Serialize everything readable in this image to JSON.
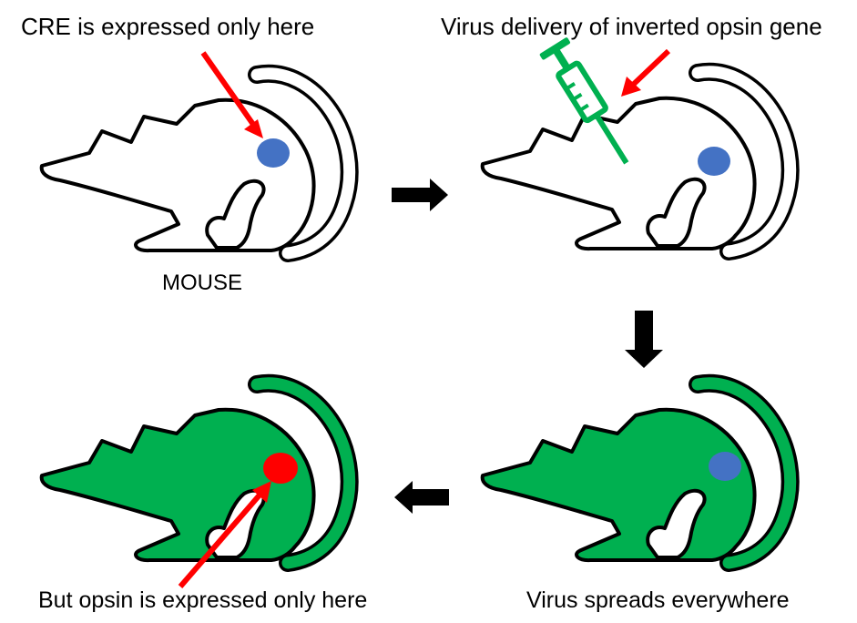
{
  "labels": {
    "cre": "CRE is expressed only here",
    "virus_delivery": "Virus delivery of inverted opsin gene",
    "mouse": "MOUSE",
    "opsin": "But opsin is expressed only here",
    "spreads": "Virus spreads everywhere"
  },
  "panels": [
    {
      "name": "mouse-top-left",
      "body": "#ffffff",
      "spot": "#4472c4",
      "syringe": false
    },
    {
      "name": "mouse-top-right",
      "body": "#ffffff",
      "spot": "#4472c4",
      "syringe": true
    },
    {
      "name": "mouse-bottom-right",
      "body": "#00b050",
      "spot": "#4472c4",
      "syringe": false
    },
    {
      "name": "mouse-bottom-left",
      "body": "#00b050",
      "spot": "#ff0000",
      "syringe": false
    }
  ],
  "colors": {
    "outline": "#000000",
    "pointer_arrow": "#ff0000",
    "flow_arrow": "#000000",
    "syringe": "#00b050"
  }
}
